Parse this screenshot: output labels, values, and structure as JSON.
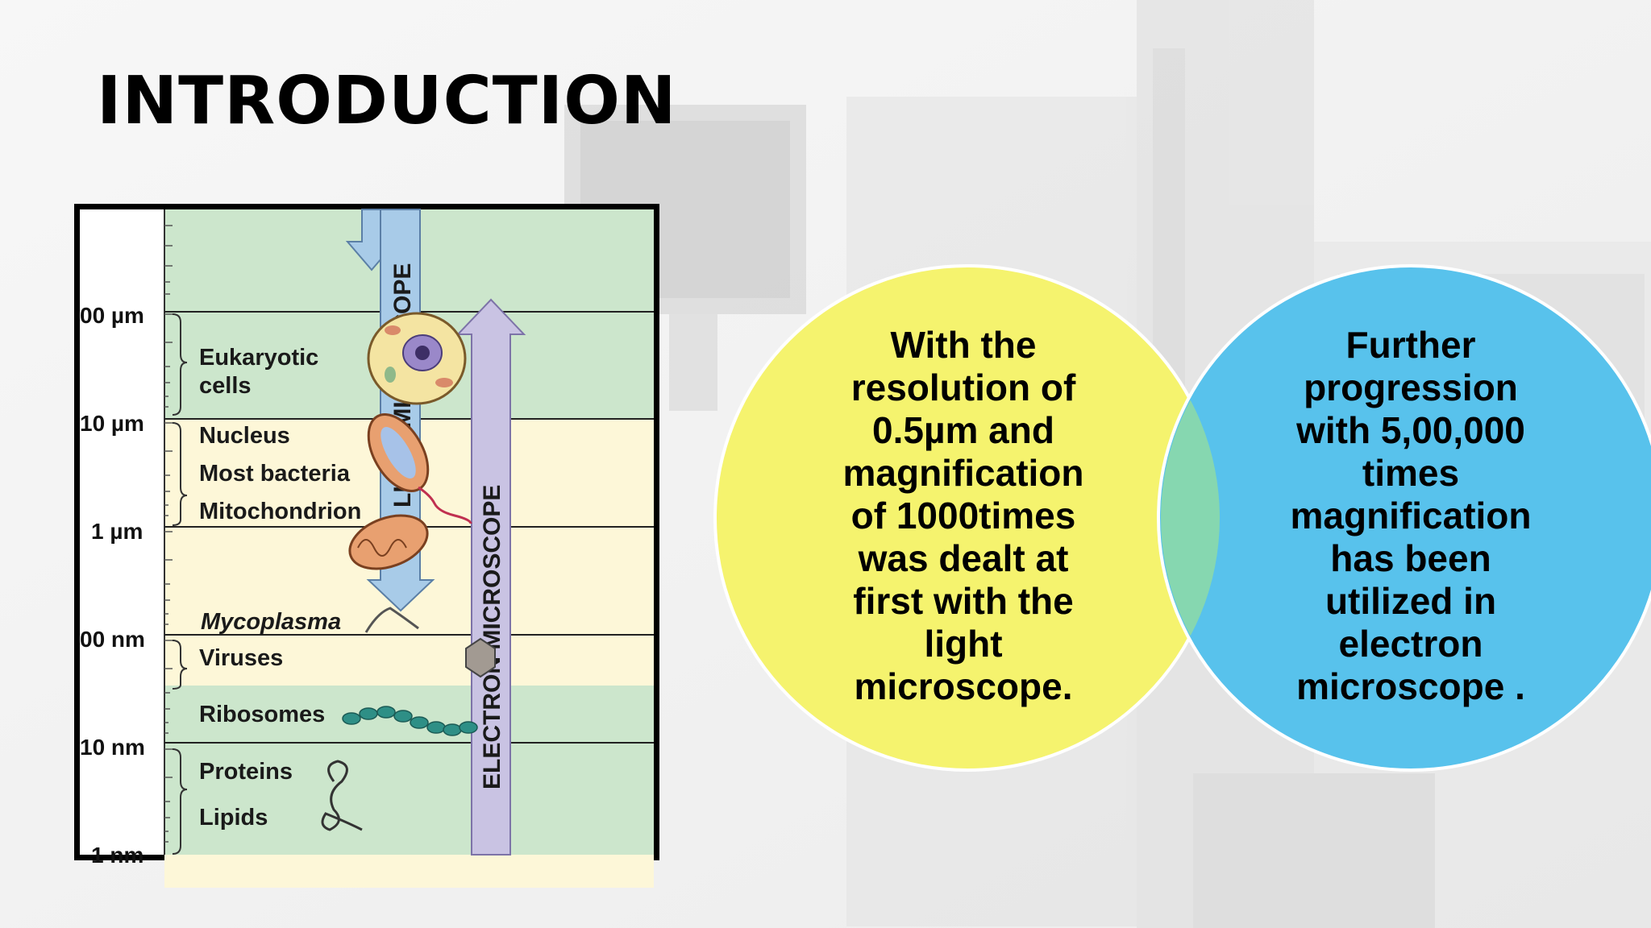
{
  "slide": {
    "title": "INTRODUCTION"
  },
  "scale_chart": {
    "axis_labels": [
      "00 µm",
      "10 µm",
      "1 µm",
      "00 nm",
      "10 nm",
      "1 nm"
    ],
    "items": {
      "eukaryotic_1": "Eukaryotic",
      "eukaryotic_2": "cells",
      "nucleus": "Nucleus",
      "most_bacteria": "Most bacteria",
      "mitochondrion": "Mitochondrion",
      "mycoplasma": "Mycoplasma",
      "viruses": "Viruses",
      "ribosomes": "Ribosomes",
      "proteins": "Proteins",
      "lipids": "Lipids"
    },
    "light_microscope_label": "LIGHT MICROSCOPE",
    "electron_microscope_label": "ELECTRON MICROSCOPE",
    "colors": {
      "green_band": "#cce6cc",
      "cream_band": "#fdf7d8",
      "light_arrow": "#a8cbe8",
      "electron_arrow": "#c9c3e3"
    }
  },
  "venn": {
    "left_lines": [
      "With the",
      "resolution of",
      "0.5µm and",
      "magnification",
      "of 1000times",
      "was dealt  at",
      "first with the",
      "light",
      "microscope."
    ],
    "right_lines": [
      "Further",
      "progression",
      "with 5,00,000",
      "times",
      "magnification",
      "has been",
      "utilized in",
      "electron",
      "microscope ."
    ],
    "colors": {
      "left_circle": "#f5f36e",
      "right_circle": "#58c2ec",
      "overlap": "#86d7b0"
    }
  }
}
